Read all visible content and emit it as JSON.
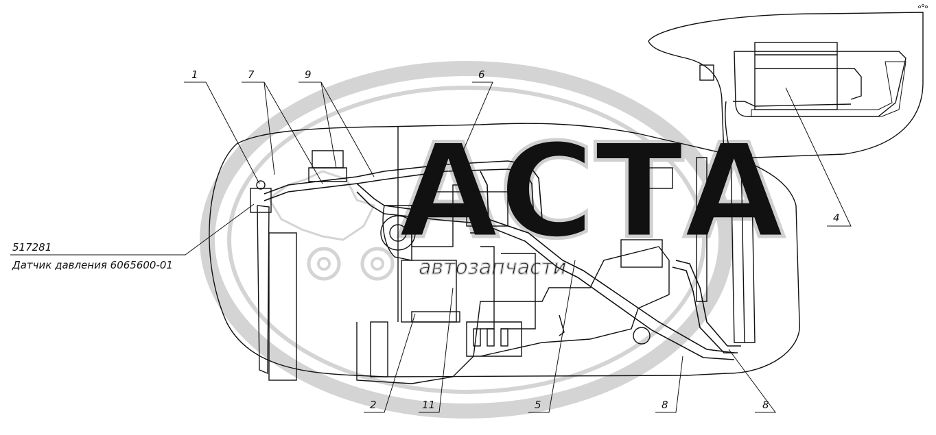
{
  "callouts": {
    "c1": "1",
    "c7": "7",
    "c9": "9",
    "c6": "6",
    "c4": "4",
    "c2": "2",
    "c11": "11",
    "c5": "5",
    "c8a": "8",
    "c8b": "8"
  },
  "sensor_label": {
    "code": "517281",
    "name": "Датчик давления 6065600-01"
  },
  "watermark": {
    "logo_text": "АСТА",
    "sub_text": "автозапчасти"
  },
  "colors": {
    "ink": "#111111",
    "watermark": "#d4d4d4"
  }
}
